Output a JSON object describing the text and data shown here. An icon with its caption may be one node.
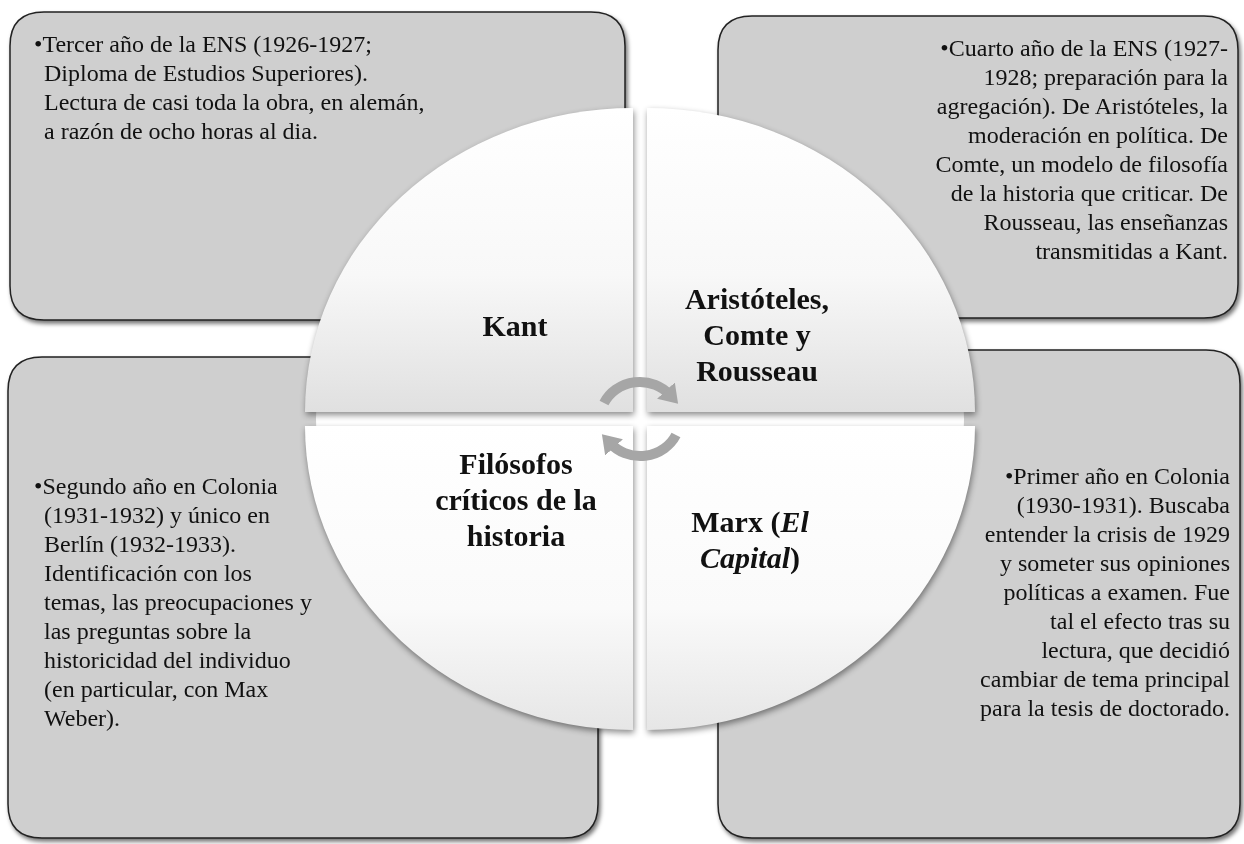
{
  "diagram": {
    "nodes": [
      {
        "text": [
          "•Tercer año de la ENS (1926-1927; Diploma de Estudios Superiores). Lectura de casi toda la obra, en alemán, a razón de ocho horas al dia."
        ]
      },
      {
        "text": [
          "•Cuarto año de la ENS (1927-1928; preparación para la agregación). De Aristóteles, la moderación en política. De Comte, un modelo de filosofía de la historia que criticar. De Rousseau, las enseñanzas transmitidas a Kant."
        ]
      },
      {
        "text": [
          "Kant"
        ]
      },
      {
        "text": [
          "Aristóteles, Comte y Rousseau"
        ]
      },
      {
        "text": [
          "Filósofos críticos de la historia"
        ]
      },
      {
        "text": [
          "Marx (*El Capital*)"
        ]
      },
      {
        "text": [
          "•Segundo año en Colonia (1931-1932) y único en Berlín (1932-1933). Identificación con los temas, las preocupaciones y las preguntas sobre la historicidad del individuo (en particular, con Max Weber)."
        ]
      },
      {
        "text": [
          "•Primer año en Colonia (1930-1931). Buscaba entender la crisis de 1929 y someter sus opiniones políticas a examen. Fue tal el efecto tras su lectura, que decidió cambiar de tema principal para la tesis de doctorado."
        ]
      }
    ],
    "edges": [
      {
        "from": 2,
        "to": 3,
        "arrow": "to"
      },
      {
        "from": 5,
        "to": 4,
        "arrow": "to"
      }
    ]
  }
}
